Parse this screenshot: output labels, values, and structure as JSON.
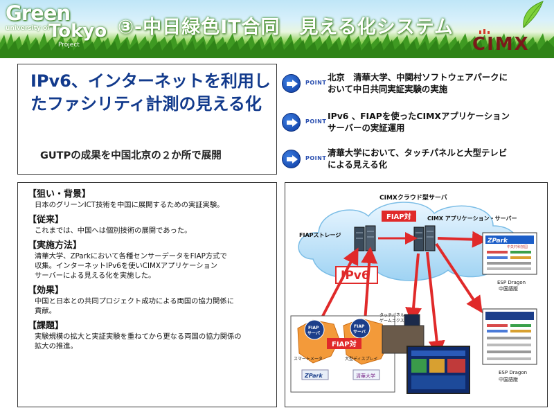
{
  "header": {
    "logo_green": "Green",
    "logo_university_of": "university of",
    "logo_tokyo": "Tokyo",
    "logo_project": "Project",
    "title": "③-中日緑色IT合同　見える化システム",
    "cimx_logo": "CIMX"
  },
  "top": {
    "headline_line1": "IPv6、インターネットを利用し",
    "headline_line2": "たファシリティ計測の見える化",
    "subline": "GUTPの成果を中国北京の２か所で展開",
    "point_label": "POINT",
    "points": [
      {
        "line1": "北京　清華大学、中関村ソフトウェアパークに",
        "line2": "おいて中日共同実証実験の実施"
      },
      {
        "line1": "IPv6 、FIAPを使ったCIMXアプリケーション",
        "line2": "サーバーの実証運用"
      },
      {
        "line1": "清華大学において、タッチパネルと大型テレビ",
        "line2": "による見える化"
      }
    ]
  },
  "sections": [
    {
      "heading": "【狙い・背景】",
      "lines": [
        "日本のグリーンICT技術を中国に展開するための実証実験。"
      ]
    },
    {
      "heading": "【従来】",
      "lines": [
        "これまでは、中国へは個別技術の展開であった。"
      ]
    },
    {
      "heading": "【実施方法】",
      "lines": [
        "清華大学、ZParkにおいて各種センサーデータをFIAP方式で",
        "収集。インターネットIPv6を使いCIMXアプリケーション",
        "サーバーによる見える化を実施した。"
      ]
    },
    {
      "heading": "【効果】",
      "lines": [
        "中国と日本との共同プロジェクト成功による両国の協力関係に",
        "貢献。"
      ]
    },
    {
      "heading": "【課題】",
      "lines": [
        "実験規模の拡大と実証実験を重ねてから更なる両国の協力関係の",
        "拡大の推進。"
      ]
    }
  ],
  "diagram": {
    "cloud_title": "CIMXクラウド型サーバ",
    "fiap_tai_top": "FIAP対",
    "cimx_app_server": "CIMX アプリケーション・サーバー",
    "fiap_storage": "FIAPストレージ",
    "ipv6": "IPv6",
    "fiap_server": "FIAP",
    "fiap_server_2": "サーバ",
    "touch_panel": "タッチパネル",
    "touch_panel_2": "ゲームニクス",
    "fiap_tai_bottom": "FIAP対",
    "smart_meter": "スマートメータ",
    "large_display": "大型ディスプレイ",
    "zpark_tv": "ZPark",
    "zpark_sub": "中关村科技园",
    "esp_dragon_1": "ESP Dragon",
    "esp_dragon_1b": "中国語版",
    "esp_dragon_2": "ESP Dragon",
    "esp_dragon_2b": "中国語版",
    "zpark_logo": "ZPark",
    "tsinghua": "清華大学"
  },
  "colors": {
    "headline_blue": "#123a8c",
    "point_blue": "#0c3aa0",
    "arrow_red": "#e02a2a",
    "grass_green": "#4fae2b"
  }
}
